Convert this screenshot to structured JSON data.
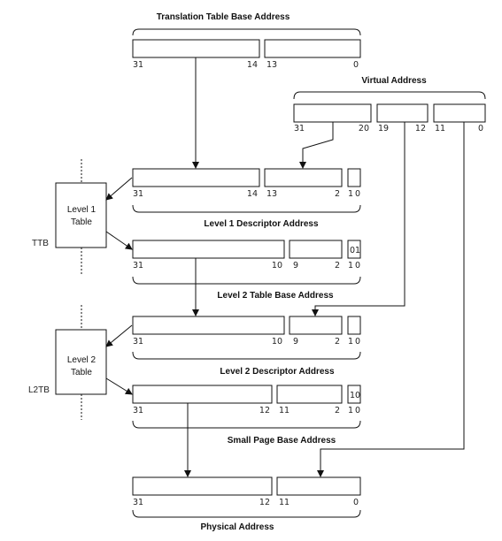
{
  "labels": {
    "ttba": "Translation Table Base Address",
    "va": "Virtual Address",
    "l1da": "Level 1 Descriptor Address",
    "l2tba": "Level 2 Table Base Address",
    "l2da": "Level 2 Descriptor Address",
    "spba": "Small Page Base Address",
    "pa": "Physical Address",
    "l1_table_line1": "Level 1",
    "l1_table_line2": "Table",
    "l2_table_line1": "Level 2",
    "l2_table_line2": "Table",
    "ttb": "TTB",
    "l2tb": "L2TB"
  },
  "fields": {
    "l2tba_low": "01",
    "spba_low": "10"
  },
  "bits": {
    "ttba": [
      "31",
      "14",
      "13",
      "0"
    ],
    "va": [
      "31",
      "20",
      "19",
      "12",
      "11",
      "0"
    ],
    "l1da": [
      "31",
      "14",
      "13",
      "2",
      "1",
      "0"
    ],
    "l2tba": [
      "31",
      "10",
      "9",
      "2",
      "1",
      "0"
    ],
    "l2da": [
      "31",
      "10",
      "9",
      "2",
      "1",
      "0"
    ],
    "spba": [
      "31",
      "12",
      "11",
      "2",
      "1",
      "0"
    ],
    "pa": [
      "31",
      "12",
      "11",
      "0"
    ]
  }
}
